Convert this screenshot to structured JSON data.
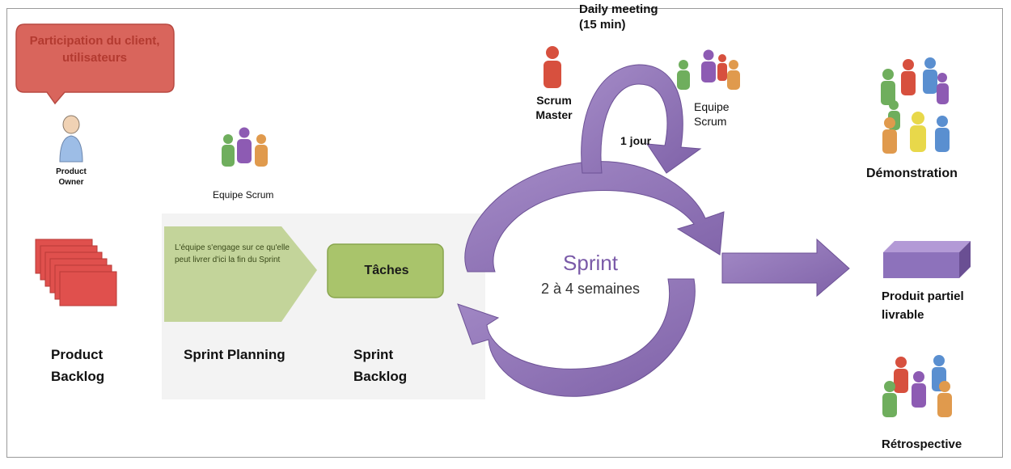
{
  "callout": {
    "text": "Participation du client, utilisateurs"
  },
  "product_owner": {
    "label_line1": "Product",
    "label_line2": "Owner"
  },
  "team_left": {
    "label": "Equipe Scrum"
  },
  "planning_commit": {
    "text": "L'équipe s'engage sur ce qu'elle peut livrer d'ici la fin du Sprint"
  },
  "taches": {
    "label": "Tâches"
  },
  "bottom_labels": {
    "product_backlog_line1": "Product",
    "product_backlog_line2": "Backlog",
    "sprint_planning": "Sprint Planning",
    "sprint_backlog_line1": "Sprint",
    "sprint_backlog_line2": "Backlog"
  },
  "daily": {
    "title_line1": "Daily meeting",
    "title_line2": "(15 min)",
    "scrum_master_line1": "Scrum",
    "scrum_master_line2": "Master",
    "team_line1": "Equipe",
    "team_line2": "Scrum",
    "day": "1 jour"
  },
  "sprint": {
    "title": "Sprint",
    "duration": "2 à 4 semaines"
  },
  "right": {
    "demo": "Démonstration",
    "product_line1": "Produit partiel",
    "product_line2": "livrable",
    "retro": "Rétrospective"
  },
  "colors": {
    "callout_fill": "#d9655c",
    "planning_fill": "#c3d49a",
    "taches_fill": "#a9c46b",
    "backlog_fill": "#e0504d",
    "arrow_purple": "#8e72b5",
    "person_red": "#d7503e",
    "person_green": "#6fae5d",
    "person_purple": "#8d5bb3",
    "person_orange": "#e09a4d",
    "person_blue": "#5a8fd0",
    "person_yellow": "#e8d84a",
    "owner_blue": "#9dbde6"
  }
}
